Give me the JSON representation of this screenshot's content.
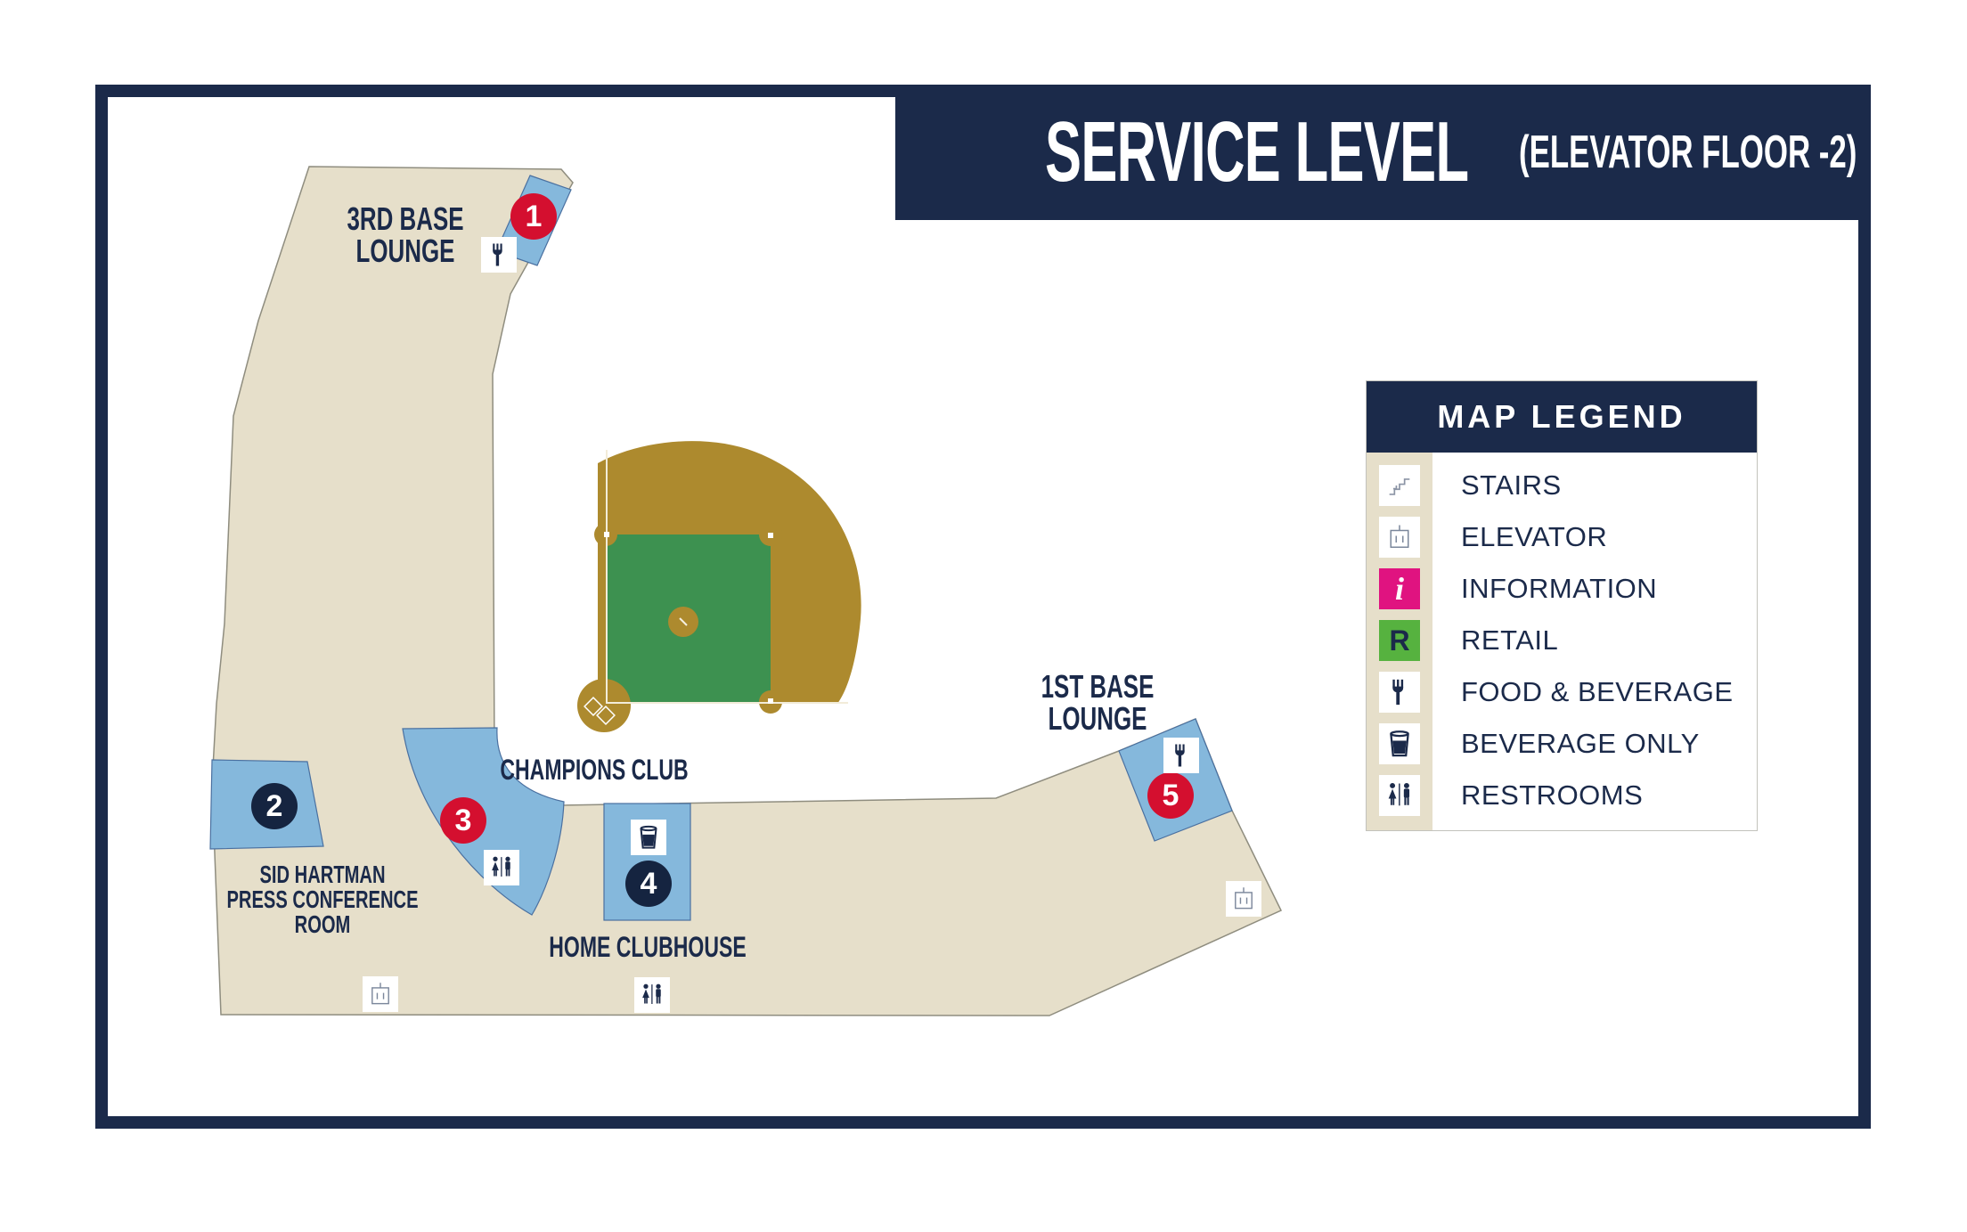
{
  "title": {
    "main": "SERVICE LEVEL",
    "sub": "(ELEVATOR FLOOR -2)"
  },
  "legend": {
    "header": "MAP LEGEND",
    "info_glyph": "i",
    "retail_glyph": "R",
    "items": [
      {
        "icon": "stairs-icon",
        "label": "STAIRS"
      },
      {
        "icon": "elevator-icon",
        "label": "ELEVATOR"
      },
      {
        "icon": "information-icon",
        "label": "INFORMATION"
      },
      {
        "icon": "retail-icon",
        "label": "RETAIL"
      },
      {
        "icon": "food-beverage-icon",
        "label": "FOOD & BEVERAGE"
      },
      {
        "icon": "beverage-only-icon",
        "label": "BEVERAGE ONLY"
      },
      {
        "icon": "restrooms-icon",
        "label": "RESTROOMS"
      }
    ]
  },
  "map": {
    "labels": {
      "third_base_lounge": [
        "3RD BASE",
        "LOUNGE"
      ],
      "first_base_lounge": [
        "1ST BASE",
        "LOUNGE"
      ],
      "sid_hartman": [
        "SID HARTMAN",
        "PRESS CONFERENCE",
        "ROOM"
      ],
      "champions_club": "CHAMPIONS CLUB",
      "home_clubhouse": "HOME CLUBHOUSE"
    },
    "markers": [
      {
        "number": "1",
        "color": "red",
        "location": "3rd base lounge"
      },
      {
        "number": "2",
        "color": "navy",
        "location": "sid hartman press conference room"
      },
      {
        "number": "3",
        "color": "red",
        "location": "lounge near champions club"
      },
      {
        "number": "4",
        "color": "navy",
        "location": "home clubhouse"
      },
      {
        "number": "5",
        "color": "red",
        "location": "1st base lounge"
      }
    ]
  },
  "colors": {
    "navy": "#1b2a4a",
    "marker_red": "#d40f2f",
    "lounge_blue": "#85b8dc",
    "concourse_tan": "#e6dfca",
    "field_green": "#3d9150",
    "dirt_gold": "#ad8a2e",
    "info_magenta": "#e01380",
    "retail_green": "#56b23f"
  }
}
